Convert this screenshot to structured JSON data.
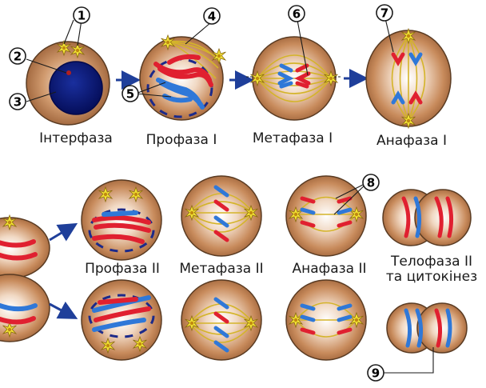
{
  "labels": {
    "interphase": "Інтерфаза",
    "prophase1": "Профаза I",
    "metaphase1": "Метафаза I",
    "anaphase1": "Анафаза I",
    "prophase2": "Профаза II",
    "metaphase2": "Метафаза II",
    "anaphase2": "Анафаза II",
    "telophase2_line1": "Телофаза II",
    "telophase2_line2": "та цитокінез"
  },
  "callouts": [
    "1",
    "2",
    "3",
    "4",
    "5",
    "6",
    "7",
    "8",
    "9"
  ],
  "colors": {
    "cell": "#c4875a",
    "cell_rim": "#5a3b22",
    "nucleus": "#0c1a7a",
    "chrom_red": "#e02030",
    "chrom_blue": "#2f78d8",
    "spindle": "#d4b42a",
    "centrosome": "#f2e030",
    "arrow": "#1f3f9a",
    "envelope": "#1c2a8a"
  }
}
